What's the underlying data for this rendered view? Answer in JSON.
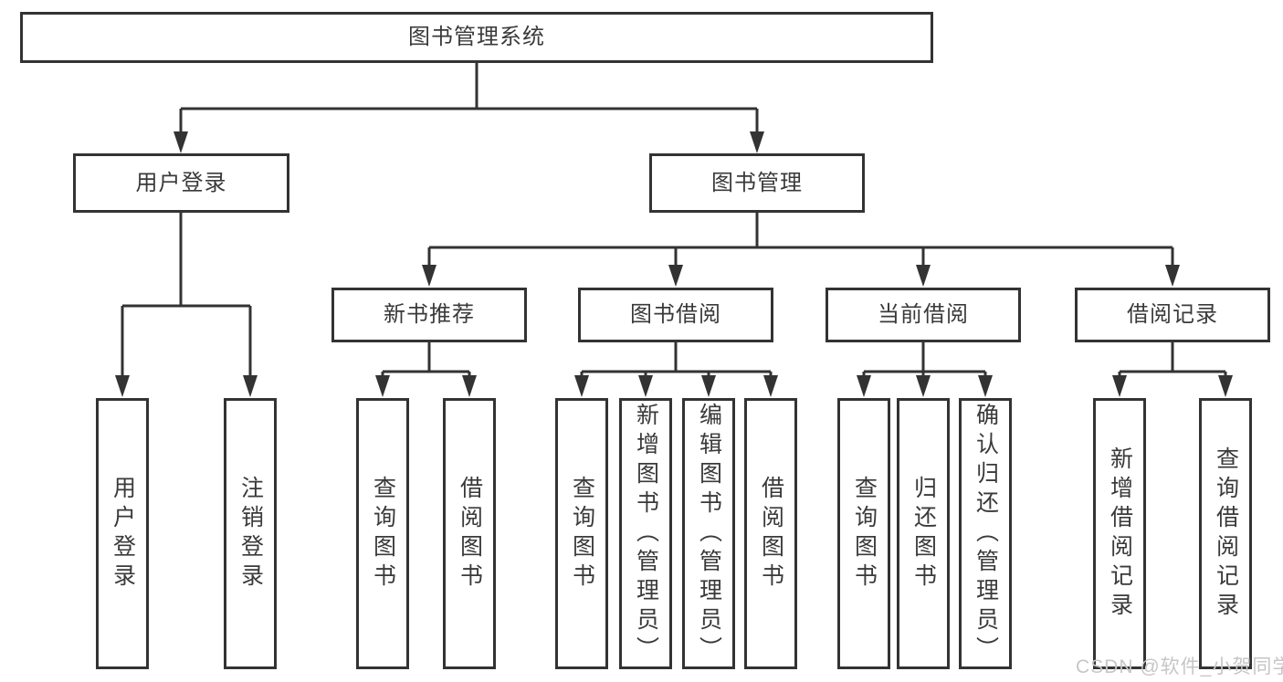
{
  "diagram": {
    "watermark": "CSDN @软件_小贺同学",
    "colors": {
      "line": "#333333",
      "box_border": "#333333",
      "box_fill": "#ffffff",
      "text": "#3a3a3a",
      "background": "#ffffff",
      "watermark": "#c6c6c6"
    },
    "nodes": {
      "root": {
        "label": "图书管理系统"
      },
      "user_login": {
        "label": "用户登录"
      },
      "book_mgmt": {
        "label": "图书管理"
      },
      "new_books": {
        "label": "新书推荐"
      },
      "borrowing": {
        "label": "图书借阅"
      },
      "current": {
        "label": "当前借阅"
      },
      "records": {
        "label": "借阅记录"
      },
      "login": {
        "label": "用户登录"
      },
      "logout": {
        "label": "注销登录"
      },
      "nb_query": {
        "label": "查询图书"
      },
      "nb_borrow": {
        "label": "借阅图书"
      },
      "b_query": {
        "label": "查询图书"
      },
      "b_add": {
        "label": "新增图书（管理员）"
      },
      "b_edit": {
        "label": "编辑图书（管理员）"
      },
      "b_borrow": {
        "label": "借阅图书"
      },
      "c_query": {
        "label": "查询图书"
      },
      "c_return": {
        "label": "归还图书"
      },
      "c_confirm": {
        "label": "确认归还（管理员）"
      },
      "r_add": {
        "label": "新增借阅记录"
      },
      "r_query": {
        "label": "查询借阅记录"
      }
    }
  }
}
